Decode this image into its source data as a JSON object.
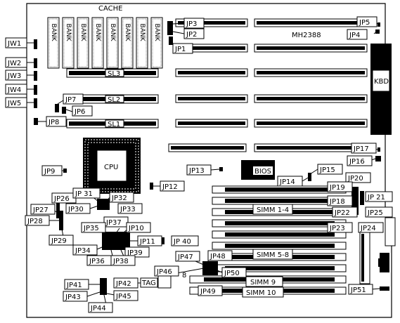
{
  "top_labels": {
    "cache": "CACHE",
    "model": "MH2388"
  },
  "bank_text": "BANK",
  "socket_labels": {
    "sl1": "SL1",
    "sl2": "SL2",
    "sl3": "SL3"
  },
  "chips": {
    "cpu": "CPU",
    "bios": "BIOS",
    "kbd": "KBD",
    "tag": "TAG"
  },
  "simm_labels": {
    "s14": "SIMM 1-4",
    "s58": "SIMM 5-8",
    "s9": "SIMM 9",
    "s10": "SIMM 10"
  },
  "pin_marker": "8",
  "jumpers": {
    "jw1": "JW1",
    "jw2": "JW2",
    "jw3": "JW3",
    "jw4": "JW4",
    "jw5": "JW5",
    "jp1": "JP1",
    "jp2": "JP2",
    "jp3": "JP3",
    "jp4": "JP4",
    "jp5": "JP5",
    "jp6": "JP6",
    "jp7": "JP7",
    "jp8": "JP8",
    "jp9": "JP9",
    "jp10": "JP10",
    "jp11": "JP11",
    "jp12": "JP12",
    "jp13": "JP13",
    "jp14": "JP14",
    "jp15": "JP15",
    "jp16": "JP16",
    "jp17": "JP17",
    "jp18": "JP18",
    "jp19": "JP19",
    "jp20": "JP20",
    "jp21": "JP 21",
    "jp22": "JP22",
    "jp23": "JP23",
    "jp24": "JP24",
    "jp25": "JP25",
    "jp26": "JP26",
    "jp27": "JP27",
    "jp28": "JP28",
    "jp29": "JP29",
    "jp30": "JP30",
    "jp31": "JP 31",
    "jp32": "JP32",
    "jp33": "JP33",
    "jp34": "JP34",
    "jp35": "JP35",
    "jp36": "JP36",
    "jp37": "JP37",
    "jp38": "JP38",
    "jp39": "JP39",
    "jp40": "JP 40",
    "jp41": "JP41",
    "jp42": "JP42",
    "jp43": "JP43",
    "jp44": "JP44",
    "jp45": "JP45",
    "jp46": "JP46",
    "jp47": "JP47",
    "jp48": "JP48",
    "jp49": "JP49",
    "jp50": "JP50",
    "jp51": "JP51"
  }
}
